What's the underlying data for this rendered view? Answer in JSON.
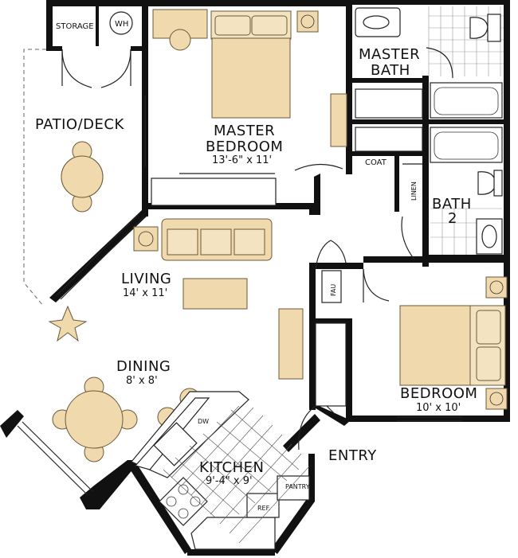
{
  "rooms": {
    "master_bedroom": {
      "name_line1": "MASTER",
      "name_line2": "BEDROOM",
      "size": "13'-6\" x 11'"
    },
    "master_bath": {
      "name_line1": "MASTER",
      "name_line2": "BATH"
    },
    "patio": {
      "name": "PATIO/DECK"
    },
    "living": {
      "name": "LIVING",
      "size": "14' x 11'"
    },
    "dining": {
      "name": "DINING",
      "size": "8' x 8'"
    },
    "kitchen": {
      "name": "KITCHEN",
      "size": "9'-4\" x 9'"
    },
    "bedroom": {
      "name": "BEDROOM",
      "size": "10' x 10'"
    },
    "bath2": {
      "name_line1": "BATH",
      "name_line2": "2"
    },
    "storage": {
      "name": "STORAGE"
    }
  },
  "fixtures": {
    "wh": "WH",
    "coat": "COAT",
    "linen": "LINEN",
    "fau": "FAU",
    "dw": "DW",
    "pantry": "PANTRY",
    "ref": "REF."
  },
  "entry": "ENTRY",
  "colors": {
    "walls": "#111111",
    "furniture": "#efd9ad",
    "furniture_outline": "#6b5a3a",
    "background": "#ffffff"
  }
}
